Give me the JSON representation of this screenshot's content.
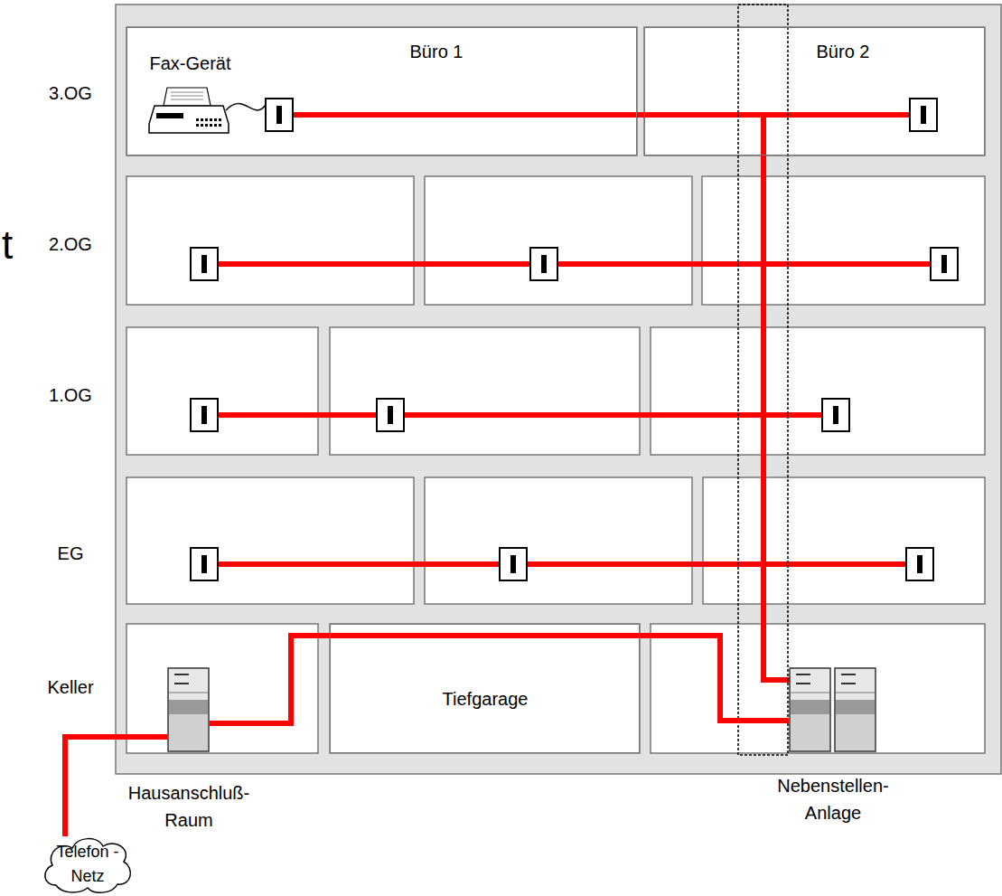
{
  "diagram": {
    "nodes": [
      {
        "text": [
          "Büro 1"
        ]
      },
      {
        "text": [
          "Fax-Gerät"
        ],
        "in": 0
      },
      {
        "text": [
          "Büro 2"
        ]
      },
      {
        "text": [
          "Tiefgarage"
        ]
      },
      {
        "text": [
          "Hausanschluß- Raum"
        ]
      },
      {
        "text": [
          "Nebenstellen- Anlage"
        ]
      },
      {
        "text": [
          "Telefon -Netz"
        ]
      }
    ],
    "edges": [
      {
        "from": 6,
        "to": 4,
        "arrow": "none"
      },
      {
        "from": 4,
        "to": 5,
        "arrow": "none"
      }
    ],
    "labels": [
      "3.OG",
      "2.OG",
      "1.OG",
      "EG",
      "Keller",
      "t"
    ]
  }
}
